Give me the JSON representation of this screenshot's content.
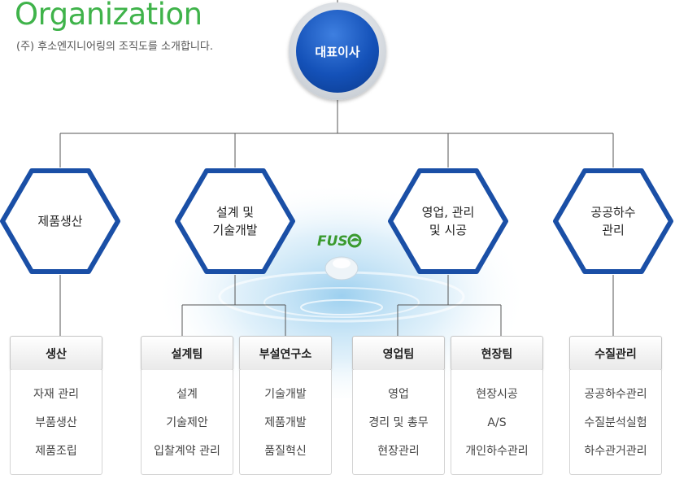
{
  "header": {
    "title": "Organization",
    "subtitle": "(주) 후소엔지니어링의 조직도를 소개합니다."
  },
  "ceo": {
    "label": "대표이사"
  },
  "logo": {
    "text": "FUSO"
  },
  "divisions": [
    {
      "label": "제품생산"
    },
    {
      "label": "설계 및\n기술개발"
    },
    {
      "label": "영업, 관리\n및 시공"
    },
    {
      "label": "공공하수\n관리"
    }
  ],
  "teams": [
    {
      "name": "생산",
      "items": [
        "자재 관리",
        "부품생산",
        "제품조립"
      ]
    },
    {
      "name": "설계팀",
      "items": [
        "설계",
        "기술제안",
        "입찰계약 관리"
      ]
    },
    {
      "name": "부설연구소",
      "items": [
        "기술개발",
        "제품개발",
        "품질혁신"
      ]
    },
    {
      "name": "영업팀",
      "items": [
        "영업",
        "경리 및 총무",
        "현장관리"
      ]
    },
    {
      "name": "현장팀",
      "items": [
        "현장시공",
        "A/S",
        "개인하수관리"
      ]
    },
    {
      "name": "수질관리",
      "items": [
        "공공하수관리",
        "수질분석실험",
        "하수관거관리"
      ]
    }
  ],
  "colors": {
    "title": "#3fb34a",
    "hex_border": "#1a4fa6",
    "ceo": "#1451b8",
    "line": "#555555"
  }
}
